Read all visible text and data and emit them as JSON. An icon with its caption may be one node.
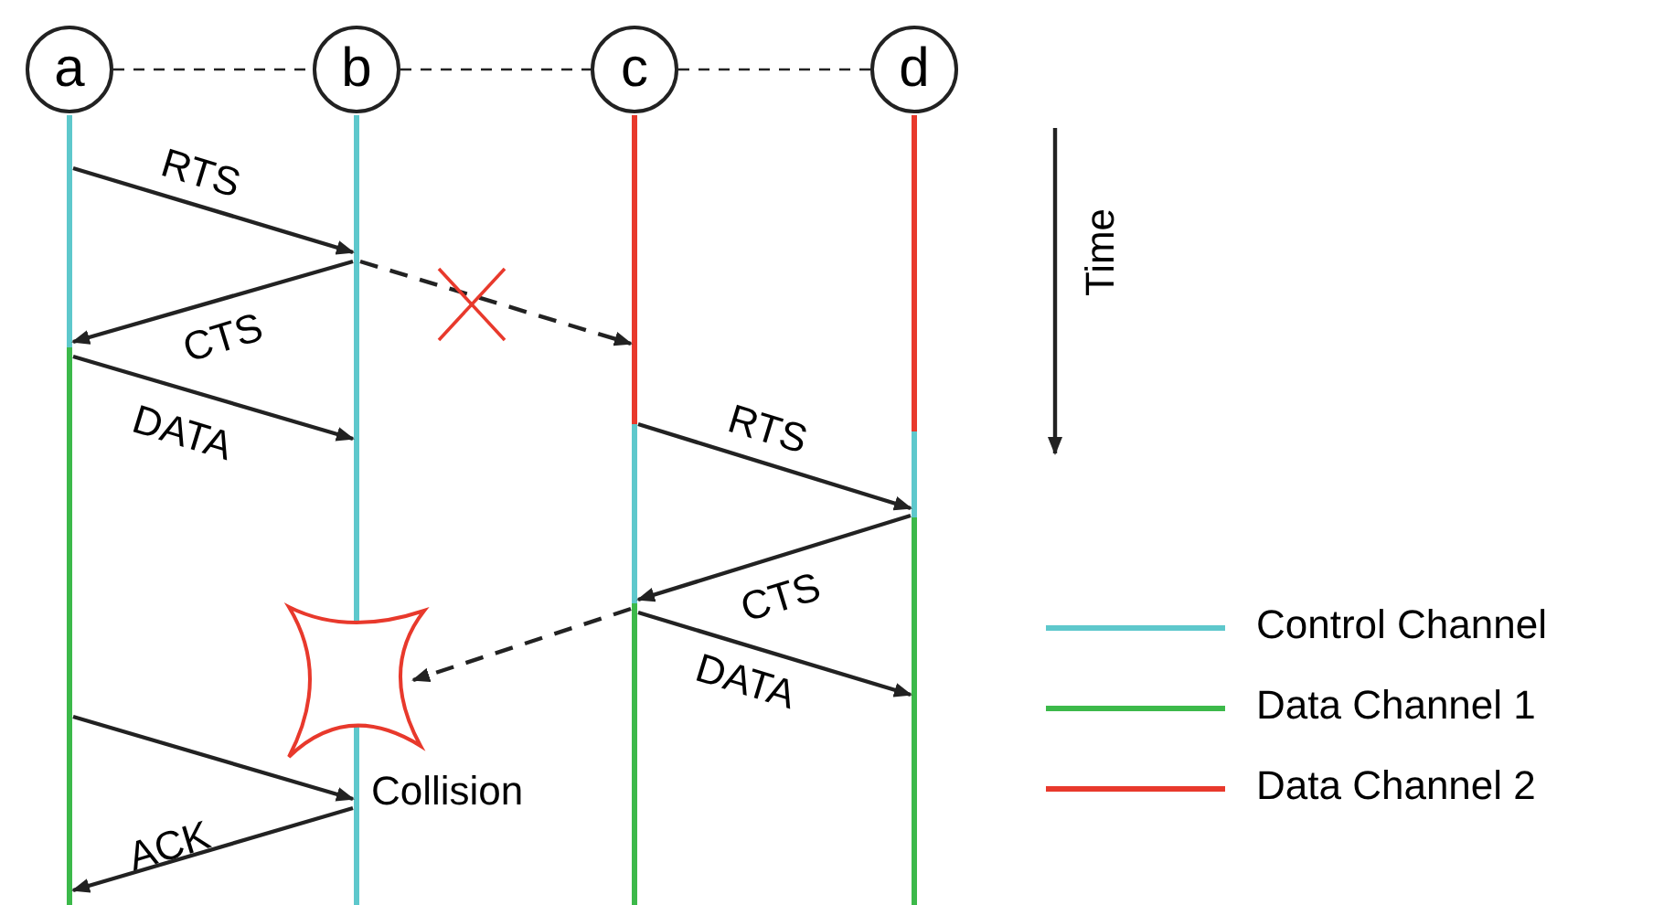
{
  "diagram": {
    "nodes": [
      {
        "text": [
          "a"
        ]
      },
      {
        "text": [
          "b"
        ]
      },
      {
        "text": [
          "c"
        ]
      },
      {
        "text": [
          "d"
        ]
      },
      {
        "text": [],
        "shape": "bar"
      },
      {
        "text": [],
        "shape": "bar"
      },
      {
        "text": [],
        "shape": "bar"
      },
      {
        "text": [],
        "shape": "bar"
      },
      {
        "text": [],
        "shape": "star",
        "beside": [
          "Collision"
        ]
      }
    ],
    "edges": [
      {
        "from": 0,
        "to": 1,
        "arrow": "none",
        "style": "dashed"
      },
      {
        "from": 1,
        "to": 2,
        "arrow": "none",
        "style": "dashed"
      },
      {
        "from": 2,
        "to": 3,
        "arrow": "none",
        "style": "dashed"
      },
      {
        "from": 4,
        "to": 5,
        "arrow": "to",
        "label": "RTS"
      },
      {
        "from": 5,
        "to": 6,
        "arrow": "to",
        "style": "dashed"
      },
      {
        "from": 5,
        "to": 4,
        "arrow": "to",
        "label": "CTS"
      },
      {
        "from": 4,
        "to": 5,
        "arrow": "to",
        "label": "DATA"
      },
      {
        "from": 6,
        "to": 7,
        "arrow": "to",
        "label": "RTS"
      },
      {
        "from": 7,
        "to": 6,
        "arrow": "to",
        "label": "CTS"
      },
      {
        "from": 6,
        "to": 8,
        "arrow": "to",
        "style": "dashed"
      },
      {
        "from": 6,
        "to": 7,
        "arrow": "to",
        "label": "DATA"
      },
      {
        "from": 4,
        "to": 5,
        "arrow": "to"
      },
      {
        "from": 5,
        "to": 4,
        "arrow": "to",
        "label": "ACK"
      }
    ],
    "labels": [
      "Time"
    ],
    "legend": [
      {
        "text": "Control Channel",
        "color": "#5ec8cc"
      },
      {
        "text": "Data Channel 1",
        "color": "#3cb94a"
      },
      {
        "text": "Data Channel 2",
        "color": "#e8392c"
      }
    ]
  }
}
